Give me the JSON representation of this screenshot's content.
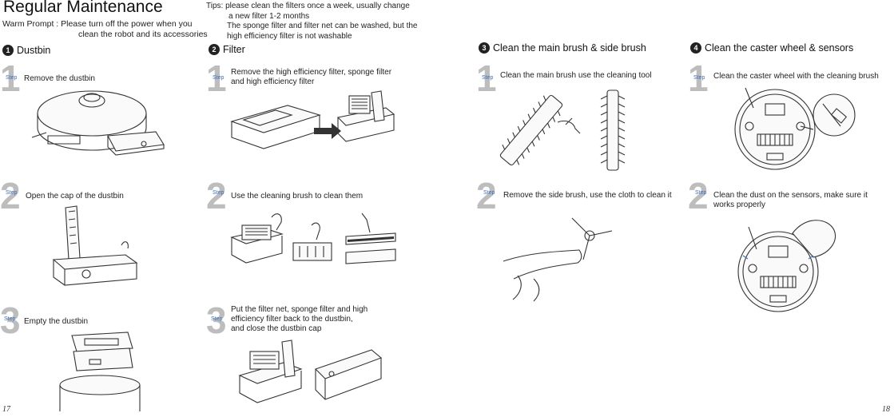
{
  "header": {
    "title": "Regular Maintenance",
    "warm_prompt_line1": "Warm Prompt : Please turn off the power when you",
    "warm_prompt_line2": "clean the robot and its accessories"
  },
  "tips": {
    "line1": "Tips: please clean the filters once a week, usually change",
    "line2": "a new filter 1-2 months",
    "line3": "The sponge filter and filter net can be washed, but the",
    "line4": "high efficiency filter is not washable"
  },
  "sections": [
    {
      "number": "1",
      "title": "Dustbin",
      "steps": [
        {
          "num": "1",
          "tag": "Step",
          "text": "Remove the dustbin"
        },
        {
          "num": "2",
          "tag": "Step",
          "text": "Open the cap of the dustbin"
        },
        {
          "num": "3",
          "tag": "Step",
          "text": "Empty the dustbin"
        }
      ]
    },
    {
      "number": "2",
      "title": "Filter",
      "steps": [
        {
          "num": "1",
          "tag": "Step",
          "text_line1": "Remove the high efficiency filter, sponge filter",
          "text_line2": "and high efficiency filter"
        },
        {
          "num": "2",
          "tag": "Step",
          "text_line1": "Use the cleaning brush to clean them"
        },
        {
          "num": "3",
          "tag": "Step",
          "text_line1": "Put the filter net, sponge filter and high",
          "text_line2": "efficiency filter back to the dustbin,",
          "text_line3": "and close the dustbin cap"
        }
      ]
    },
    {
      "number": "3",
      "title": "Clean the main brush & side brush",
      "steps": [
        {
          "num": "1",
          "tag": "Step",
          "text": "Clean the main brush use the cleaning tool"
        },
        {
          "num": "2",
          "tag": "Step",
          "text": "Remove the side brush, use the cloth to clean it"
        }
      ]
    },
    {
      "number": "4",
      "title": "Clean the caster wheel & sensors",
      "steps": [
        {
          "num": "1",
          "tag": "Step",
          "text": "Clean the caster wheel with the cleaning brush"
        },
        {
          "num": "2",
          "tag": "Step",
          "text_line1": "Clean the dust on the sensors, make sure it",
          "text_line2": "works properly"
        }
      ]
    }
  ],
  "page_numbers": {
    "left": "17",
    "right": "18"
  },
  "colors": {
    "step_tag": "#3a6fb5",
    "step_number": "#bdbdbd",
    "text": "#222222"
  }
}
